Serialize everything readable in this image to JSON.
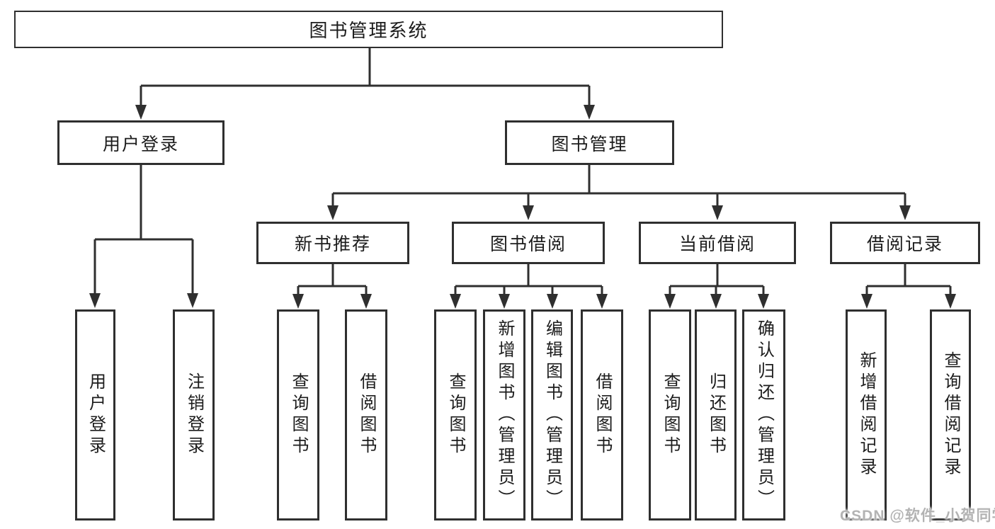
{
  "tree": {
    "root": {
      "label": "图书管理系统"
    },
    "level2": [
      {
        "label": "用户登录"
      },
      {
        "label": "图书管理"
      }
    ],
    "level3": [
      {
        "label": "新书推荐"
      },
      {
        "label": "图书借阅"
      },
      {
        "label": "当前借阅"
      },
      {
        "label": "借阅记录"
      }
    ],
    "leaves": {
      "user": [
        "用户登录",
        "注销登录"
      ],
      "recommend": [
        "查询图书",
        "借阅图书"
      ],
      "borrow": [
        "查询图书",
        "新增图书（管理员）",
        "编辑图书（管理员）",
        "借阅图书"
      ],
      "current": [
        "查询图书",
        "归还图书",
        "确认归还（管理员）"
      ],
      "records": [
        "新增借阅记录",
        "查询借阅记录"
      ]
    }
  },
  "watermark": {
    "text": "CSDN @软件_小贺同学"
  },
  "colors": {
    "line": "#2f2f2f",
    "text": "#1c1c1c",
    "background": "#ffffff",
    "watermark": "#b3b3b3"
  }
}
